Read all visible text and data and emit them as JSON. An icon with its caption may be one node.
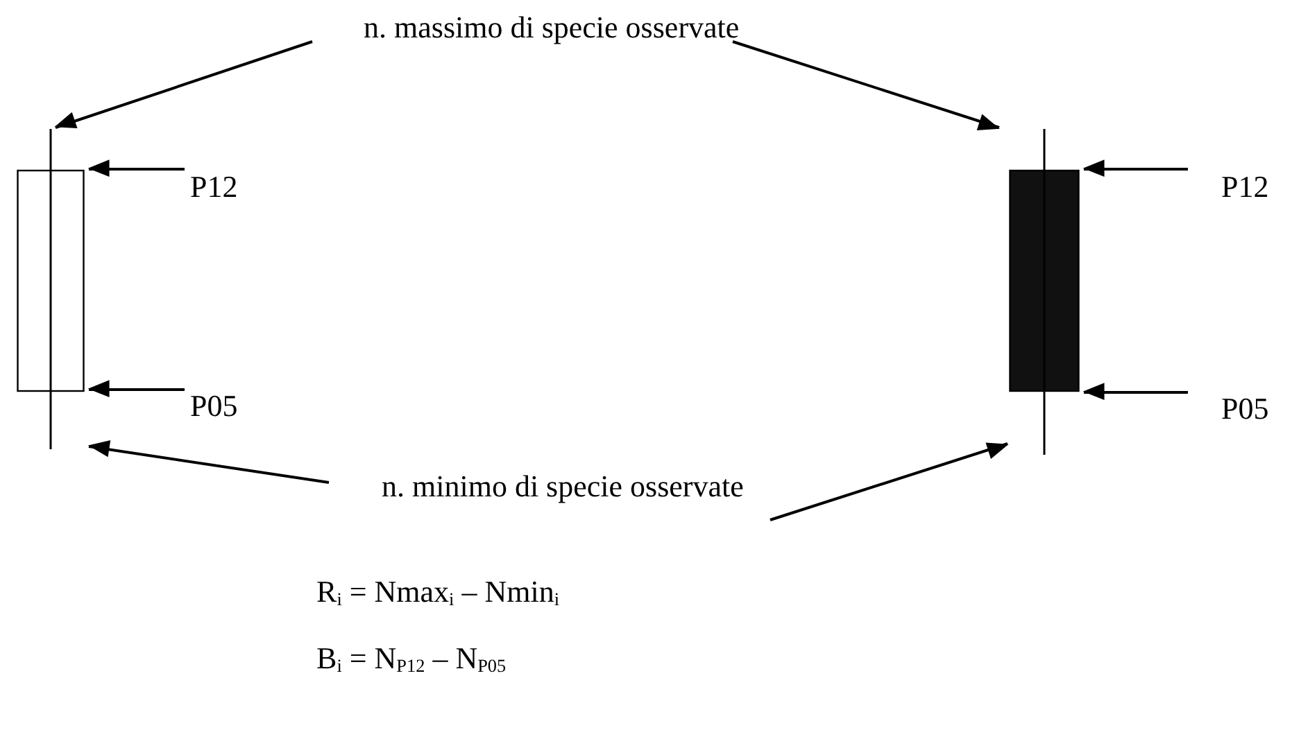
{
  "diagram": {
    "nodes": [
      {
        "text": [
          "n. massimo di specie osservate"
        ]
      },
      {
        "text": [
          "n. minimo di specie osservate"
        ]
      },
      {
        "text": [],
        "shape": "bar"
      },
      {
        "text": [],
        "shape": "bar"
      },
      {
        "text": [
          "P12"
        ]
      },
      {
        "text": [
          "P05"
        ]
      },
      {
        "text": [
          "P12"
        ]
      },
      {
        "text": [
          "P05"
        ]
      }
    ],
    "edges": [
      {
        "from": 0,
        "to": 2,
        "arrow": "to"
      },
      {
        "from": 0,
        "to": 3,
        "arrow": "to"
      },
      {
        "from": 4,
        "to": 2,
        "arrow": "to"
      },
      {
        "from": 5,
        "to": 2,
        "arrow": "to"
      },
      {
        "from": 6,
        "to": 3,
        "arrow": "to"
      },
      {
        "from": 7,
        "to": 3,
        "arrow": "to"
      },
      {
        "from": 1,
        "to": 2,
        "arrow": "to"
      },
      {
        "from": 1,
        "to": 3,
        "arrow": "to"
      }
    ],
    "labels": [
      "R$_{i}$ = Nmax$_{i}$ – Nmin$_{i}$",
      "B$_{i}$ = N$_{P12}$ – N$_{P05}$"
    ]
  }
}
